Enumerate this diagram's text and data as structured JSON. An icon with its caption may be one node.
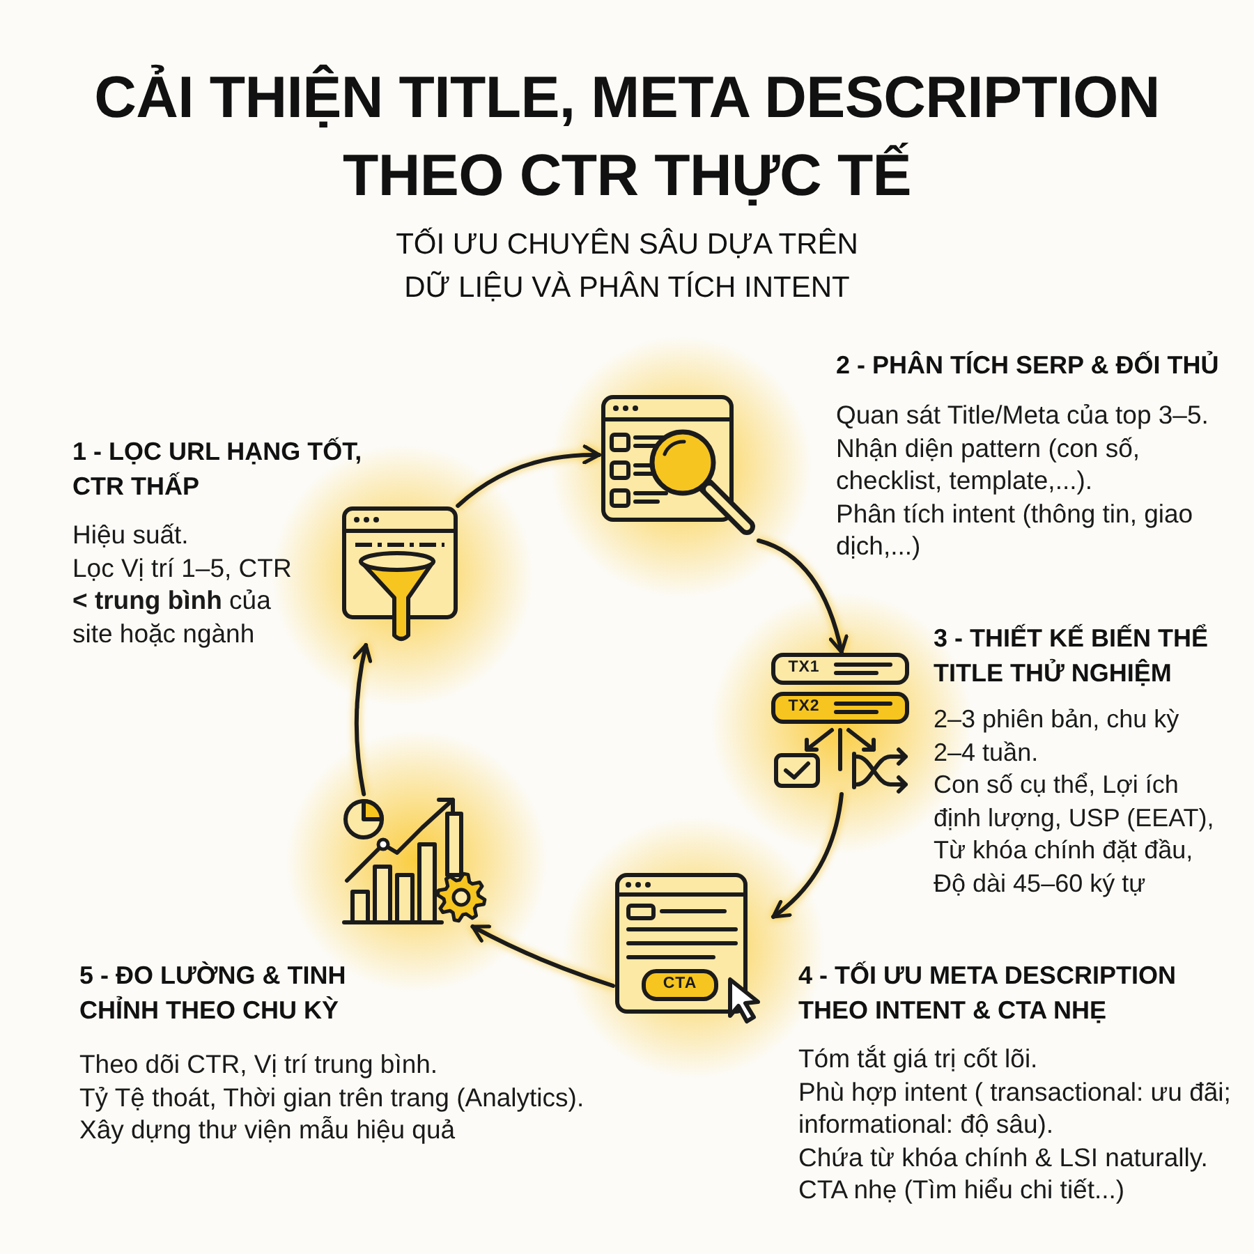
{
  "diagram": {
    "title": "CẢI THIỆN TITLE, META DESCRIPTION THEO CTR THỰC TẾ",
    "nodes": [
      {
        "text": [],
        "shape": "picture",
        "beside": [
          "1 - LỌC URL HẠNG TỐT, CTR THẤP",
          "Hiệu suất.",
          "Lọc Vị trí 1–5, CTR **< trung bình** của site hoặc ngành"
        ]
      },
      {
        "text": [],
        "shape": "picture",
        "beside": [
          "2 - PHÂN TÍCH SERP & ĐỐI THỦ",
          "Quan sát Title/Meta của top 3–5.",
          "Nhận diện pattern (con số, checklist, template,...).",
          "Phân tích intent (thông tin, giao dịch,...)"
        ]
      },
      {
        "text": [],
        "shape": "picture",
        "beside": [
          "3 - THIẾT KẾ BIẾN THỂ TITLE THỬ NGHIỆM",
          "2–3 phiên bản, chu kỳ 2–4 tuần.",
          "Con số cụ thể, Lợi ích định lượng, USP (EEAT), Từ khóa chính đặt đầu, Độ dài 45–60 ký tự"
        ]
      },
      {
        "text": [],
        "shape": "picture",
        "beside": [
          "4 - TỐI ƯU META DESCRIPTION THEO INTENT & CTA NHẸ",
          "Tóm tắt giá trị cốt lõi.",
          "Phù hợp intent ( transactional: ưu đãi; informational: độ sâu).",
          "Chứa từ khóa chính & LSI naturally.",
          "CTA nhẹ (Tìm hiểu chi tiết...)"
        ]
      },
      {
        "text": [],
        "shape": "picture",
        "beside": [
          "5 - ĐO LƯỜNG & TINH CHỈNH THEO CHU KỲ",
          "Theo dõi CTR, Vị trí trung bình.",
          "Tỷ Tệ thoát, Thời gian trên trang (Analytics).",
          "Xây dựng thư viện mẫu hiệu quả"
        ]
      }
    ],
    "edges": [
      {
        "from": 0,
        "to": 1,
        "arrow": "to"
      },
      {
        "from": 1,
        "to": 2,
        "arrow": "to"
      },
      {
        "from": 2,
        "to": 3,
        "arrow": "to"
      },
      {
        "from": 3,
        "to": 4,
        "arrow": "to"
      },
      {
        "from": 4,
        "to": 0,
        "arrow": "to"
      }
    ],
    "labels": [
      "TỐI ƯU CHUYÊN SÂU DỰA TRÊN DỮ LIỆU VÀ PHÂN TÍCH INTENT",
      "TX1",
      "TX2",
      "CTA"
    ]
  }
}
